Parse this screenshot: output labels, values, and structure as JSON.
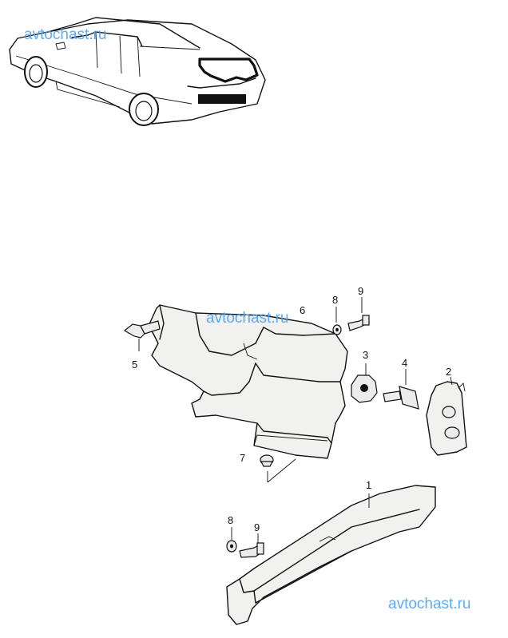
{
  "watermarks": [
    "avtochast.ru",
    "avtochast.ru",
    "avtochast.ru"
  ],
  "callouts": {
    "c1": "1",
    "c2": "2",
    "c3": "3",
    "c4": "4",
    "c5": "5",
    "c6": "6",
    "c7": "7",
    "c8a": "8",
    "c9a": "9",
    "c8b": "8",
    "c9b": "9"
  },
  "colors": {
    "watermark": "#4fa2ef",
    "line": "#111111",
    "background": "#ffffff"
  }
}
